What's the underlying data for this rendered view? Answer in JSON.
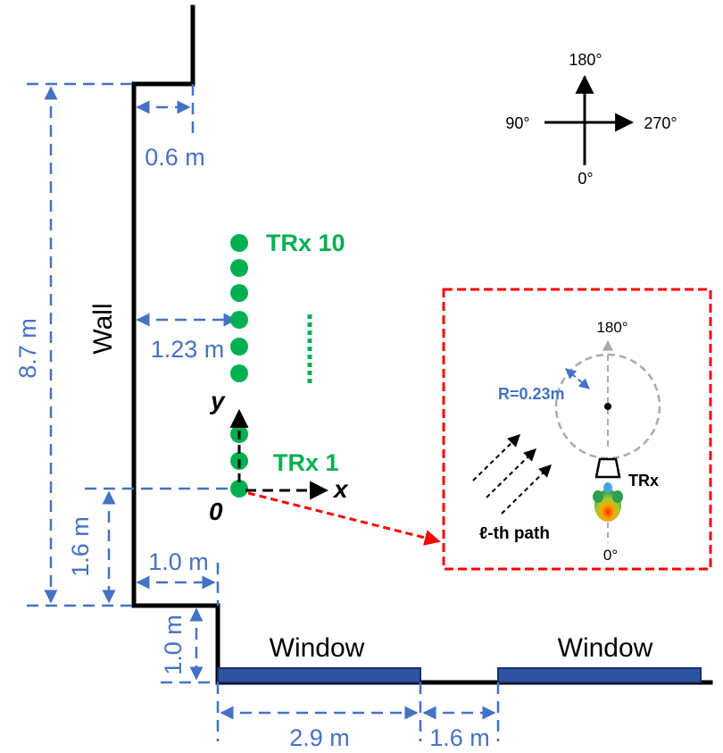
{
  "labels": {
    "wall": "Wall",
    "window_1": "Window",
    "window_2": "Window",
    "trx_top": "TRx 10",
    "trx_bottom": "TRx 1",
    "axis_x": "x",
    "axis_y": "y",
    "origin": "0",
    "inset_trx": "TRx",
    "inset_radius": "R=0.23m",
    "path_label": "ℓ-th path"
  },
  "dimensions": {
    "room_height": "8.7 m",
    "top_step": "0.6 m",
    "trx_offset": "1.23 m",
    "origin_height": "1.6 m",
    "bottom_step": "1.0 m",
    "step_height": "1.0 m",
    "window_width": "2.9 m",
    "window_gap": "1.6 m"
  },
  "compass": {
    "up": "180°",
    "left": "90°",
    "right": "270°",
    "down": "0°"
  },
  "inset_angles": {
    "top": "180°",
    "bottom": "0°"
  },
  "trx_count_visible": 9,
  "colors": {
    "dimension": "#4472c4",
    "trx": "#00b050",
    "inset_border": "#ff0000",
    "window": "#2e54a1",
    "wall": "#000000"
  }
}
